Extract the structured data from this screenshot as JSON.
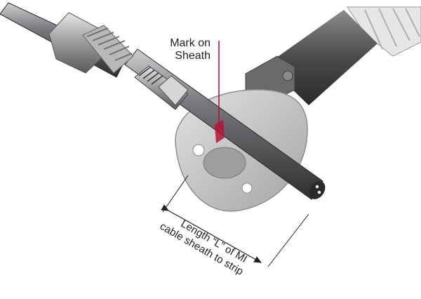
{
  "labels": {
    "mark_line1": "Mark on",
    "mark_line2": "Sheath",
    "length_line1": "Length “L” of MI",
    "length_line2": "cable sheath to strip"
  },
  "colors": {
    "mark_line": "#b5123a",
    "cable_dark": "#3a3a3c",
    "cable_mid": "#6b6b6e",
    "cable_light": "#c9c9cc",
    "flange": "#c8c8ca",
    "tool_body": "#5a5a5c"
  }
}
